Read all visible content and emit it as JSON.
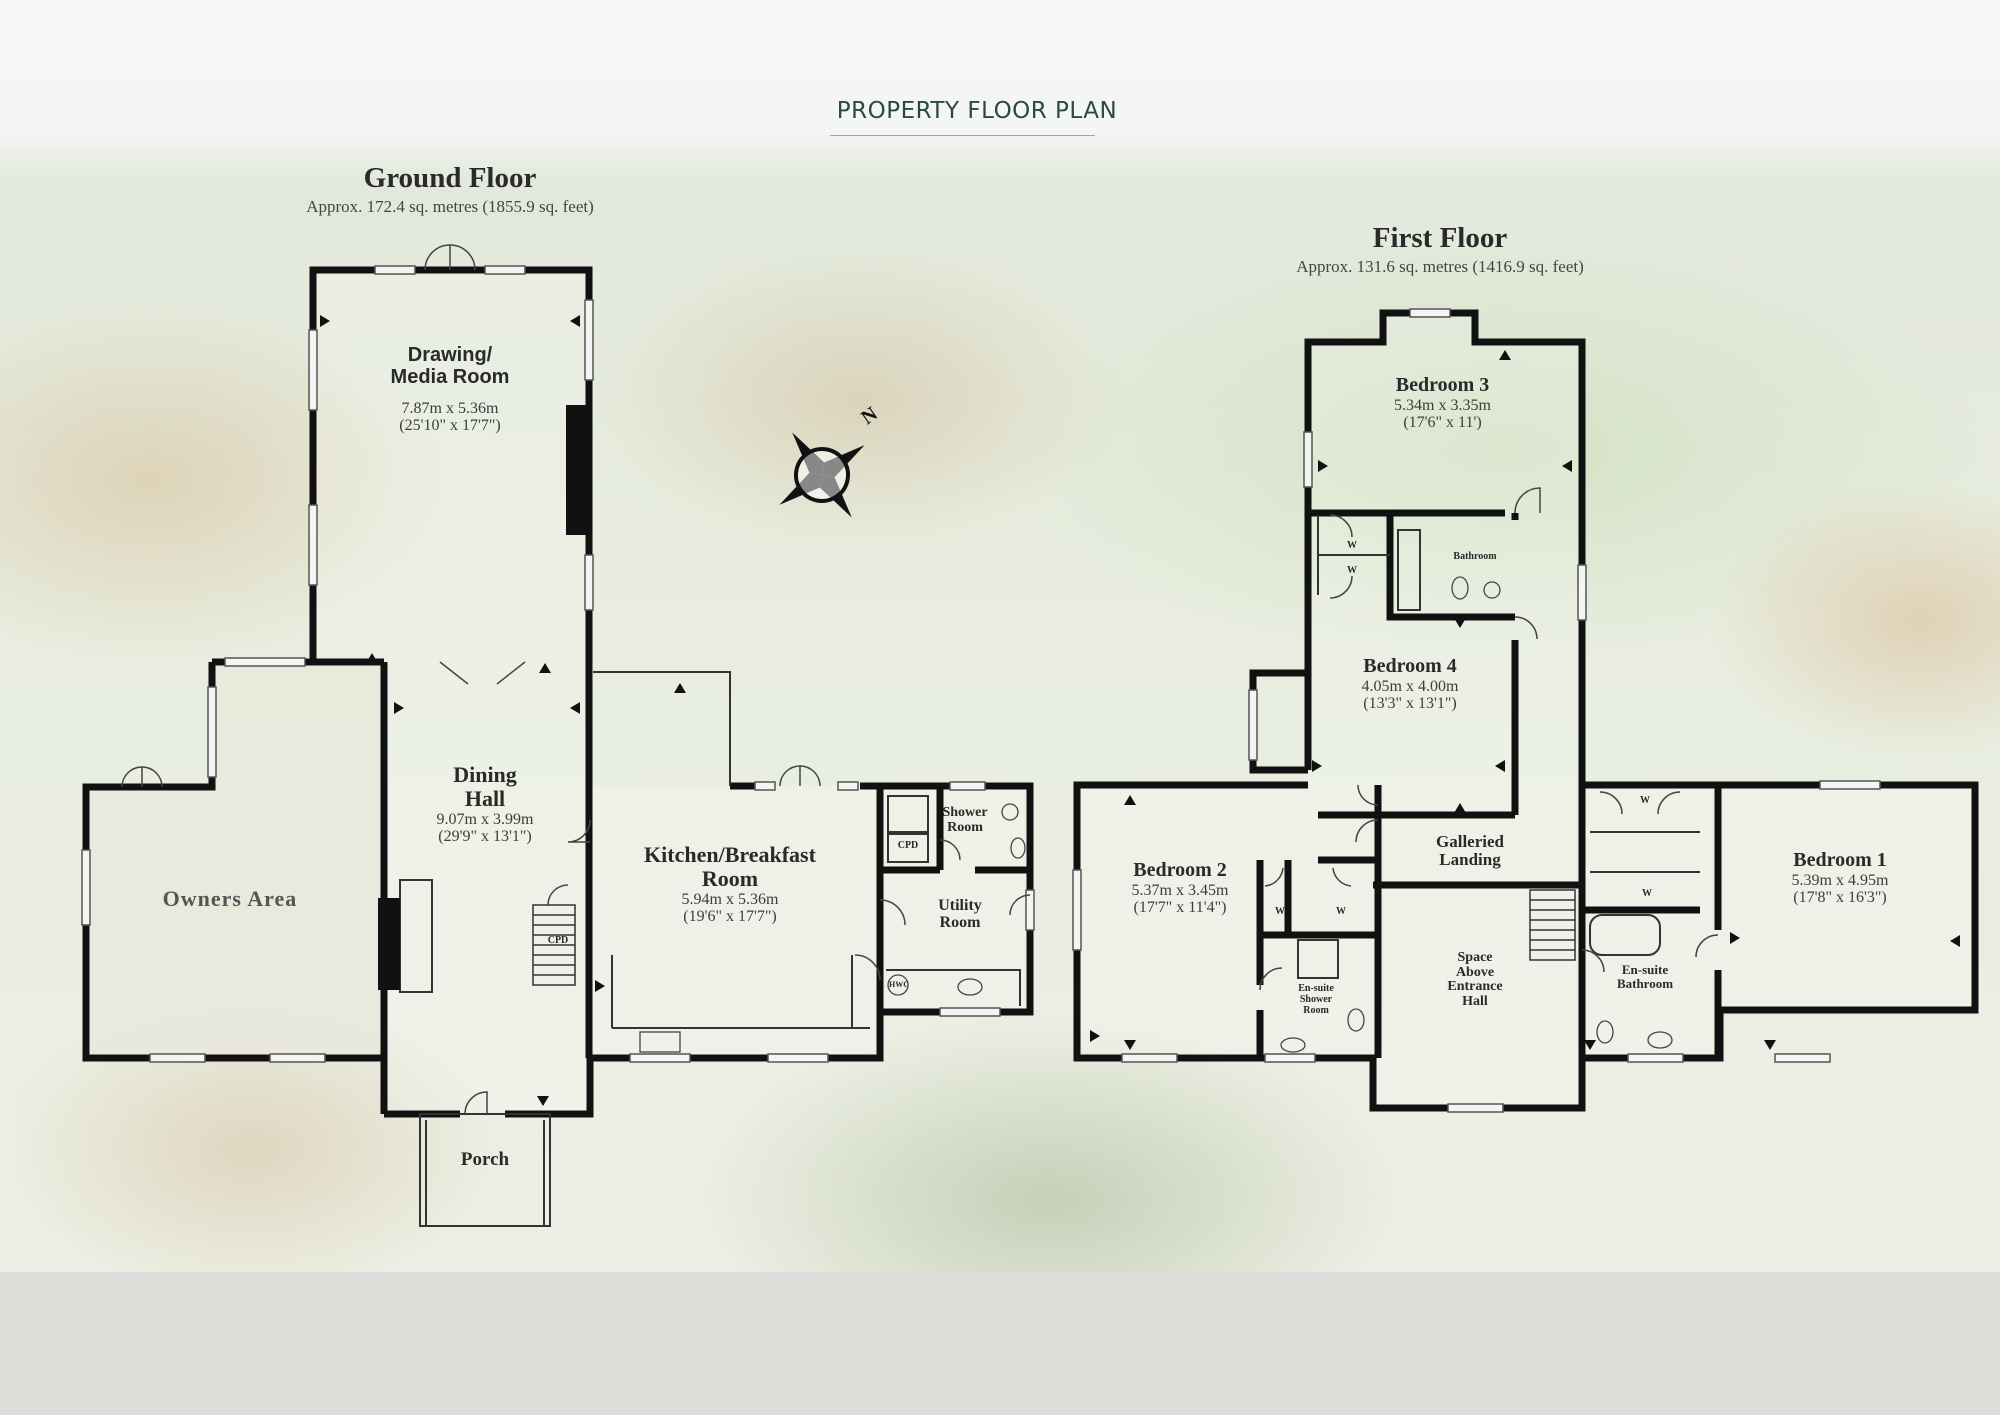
{
  "header": {
    "title": "PROPERTY FLOOR PLAN"
  },
  "ground_floor": {
    "title": "Ground Floor",
    "area": "Approx. 172.4 sq. metres (1855.9 sq. feet)",
    "rooms": {
      "drawing": {
        "name_line1": "Drawing/",
        "name_line2": "Media Room",
        "metric": "7.87m x 5.36m",
        "imperial": "(25'10\" x 17'7\")"
      },
      "dining": {
        "name_line1": "Dining",
        "name_line2": "Hall",
        "metric": "9.07m x 3.99m",
        "imperial": "(29'9\" x 13'1\")"
      },
      "kitchen": {
        "name_line1": "Kitchen/Breakfast",
        "name_line2": "Room",
        "metric": "5.94m x 5.36m",
        "imperial": "(19'6\" x 17'7\")"
      },
      "shower": {
        "name_line1": "Shower",
        "name_line2": "Room"
      },
      "utility": {
        "name_line1": "Utility",
        "name_line2": "Room"
      },
      "owners": {
        "name": "Owners Area"
      },
      "porch": {
        "name": "Porch"
      },
      "cpd1": "CPD",
      "cpd2": "CPD",
      "hwc": "HWC"
    }
  },
  "first_floor": {
    "title": "First Floor",
    "area": "Approx. 131.6 sq. metres (1416.9 sq. feet)",
    "rooms": {
      "bedroom3": {
        "name": "Bedroom 3",
        "metric": "5.34m x 3.35m",
        "imperial": "(17'6\" x 11')"
      },
      "bathroom": {
        "name": "Bathroom"
      },
      "bedroom4": {
        "name": "Bedroom 4",
        "metric": "4.05m x 4.00m",
        "imperial": "(13'3\" x 13'1\")"
      },
      "bedroom2": {
        "name": "Bedroom 2",
        "metric": "5.37m x 3.45m",
        "imperial": "(17'7\" x 11'4\")"
      },
      "ensuite_shower": {
        "line1": "En-suite",
        "line2": "Shower",
        "line3": "Room"
      },
      "landing": {
        "line1": "Galleried",
        "line2": "Landing"
      },
      "space": {
        "line1": "Space",
        "line2": "Above",
        "line3": "Entrance",
        "line4": "Hall"
      },
      "ensuite_bath": {
        "line1": "En-suite",
        "line2": "Bathroom"
      },
      "bedroom1": {
        "name": "Bedroom 1",
        "metric": "5.39m x 4.95m",
        "imperial": "(17'8\" x 16'3\")"
      },
      "w": "W"
    }
  },
  "compass": {
    "north_label": "N"
  },
  "colors": {
    "wall": "#111111",
    "title_green": "#2b4a3e",
    "floor_fill": "rgba(255,255,255,0.28)",
    "owners_fill": "#e9e7dc"
  },
  "icons": [
    "compass-icon",
    "door-swing-icon",
    "window-icon",
    "stairs-icon",
    "toilet-icon",
    "bath-icon",
    "sink-icon"
  ]
}
